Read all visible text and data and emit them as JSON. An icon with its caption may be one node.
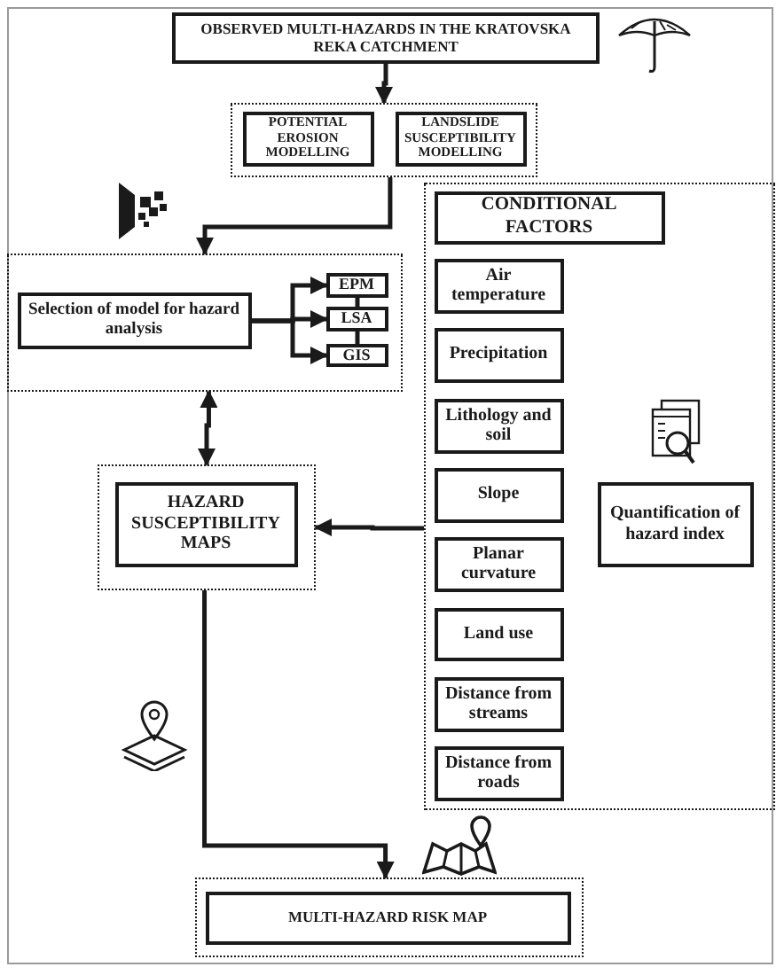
{
  "diagram": {
    "nodes": [
      {
        "text": [
          "OBSERVED MULTI-HAZARDS IN THE KRATOVSKA REKA CATCHMENT"
        ]
      },
      {
        "text": [],
        "shape": "box"
      },
      {
        "text": [
          "POTENTIAL EROSION MODELLING"
        ],
        "in": 1
      },
      {
        "text": [
          "LANDSLIDE SUSCEPTIBILITY MODELLING"
        ],
        "in": 1
      },
      {
        "text": [],
        "shape": "box"
      },
      {
        "text": [
          "Selection of model for hazard analysis"
        ],
        "in": 4
      },
      {
        "text": [
          "EPM"
        ],
        "in": 4
      },
      {
        "text": [
          "LSA"
        ],
        "in": 4
      },
      {
        "text": [
          "GIS"
        ],
        "in": 4
      },
      {
        "text": [],
        "shape": "box"
      },
      {
        "text": [
          "HAZARD SUSCEPTIBILITY MAPS"
        ],
        "in": 9
      },
      {
        "text": [],
        "shape": "box"
      },
      {
        "text": [
          "CONDITIONAL FACTORS"
        ],
        "in": 11
      },
      {
        "text": [
          "Air temperature"
        ],
        "in": 11
      },
      {
        "text": [
          "Precipitation"
        ],
        "in": 11
      },
      {
        "text": [
          "Lithology and soil"
        ],
        "in": 11
      },
      {
        "text": [
          "Slope"
        ],
        "in": 11
      },
      {
        "text": [
          "Planar curvature"
        ],
        "in": 11
      },
      {
        "text": [
          "Land use"
        ],
        "in": 11
      },
      {
        "text": [
          "Distance from streams"
        ],
        "in": 11
      },
      {
        "text": [
          "Distance from roads"
        ],
        "in": 11
      },
      {
        "text": [
          "Quantification of hazard index"
        ],
        "in": 11
      },
      {
        "text": [],
        "shape": "box"
      },
      {
        "text": [
          "MULTI-HAZARD RISK MAP"
        ],
        "in": 22
      }
    ],
    "edges": [
      {
        "from": 0,
        "to": 1,
        "arrow": "to"
      },
      {
        "from": 1,
        "to": 4,
        "arrow": "to"
      },
      {
        "from": 5,
        "to": 6,
        "arrow": "to"
      },
      {
        "from": 5,
        "to": 7,
        "arrow": "to"
      },
      {
        "from": 5,
        "to": 8,
        "arrow": "to"
      },
      {
        "from": 6,
        "to": 7,
        "arrow": "none"
      },
      {
        "from": 7,
        "to": 8,
        "arrow": "none"
      },
      {
        "from": 4,
        "to": 9,
        "arrow": "both"
      },
      {
        "from": 11,
        "to": 9,
        "arrow": "to"
      },
      {
        "from": 9,
        "to": 22,
        "arrow": "to"
      }
    ]
  }
}
